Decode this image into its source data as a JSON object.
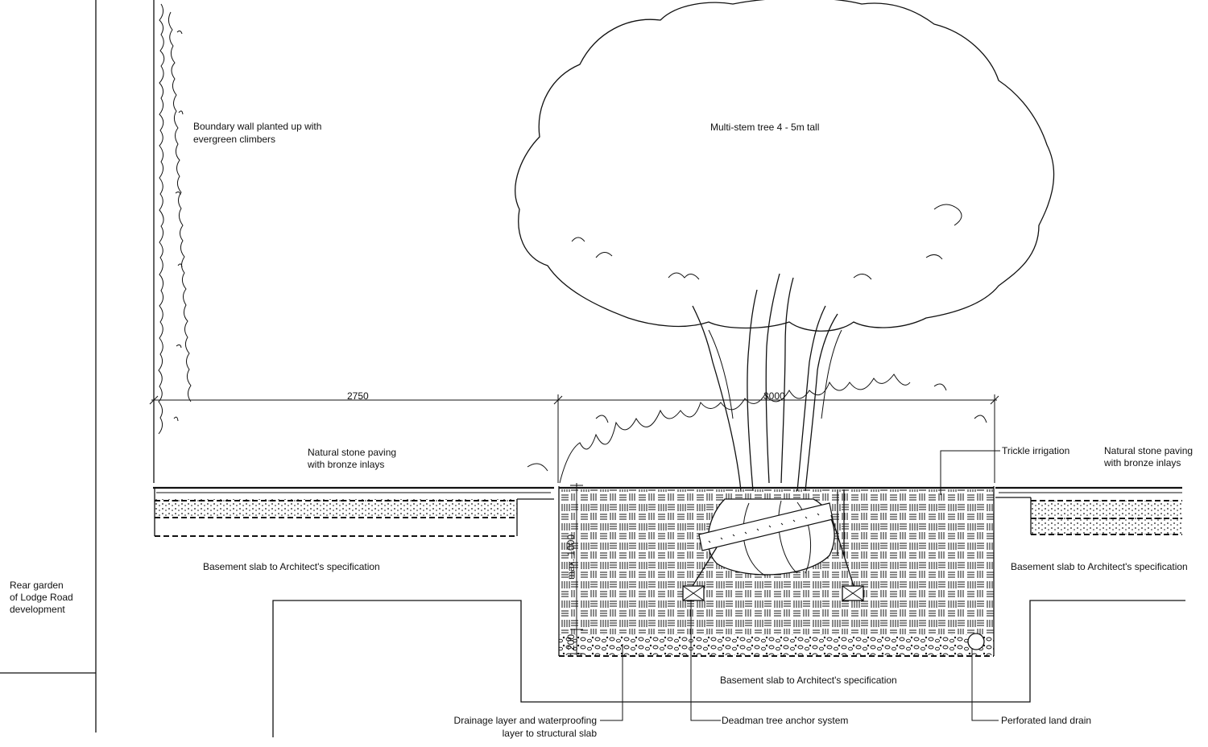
{
  "labels": {
    "boundary_wall": [
      "Boundary wall planted up with",
      "evergreen climbers"
    ],
    "tree": "Multi-stem tree 4 - 5m tall",
    "dim_left": "2750",
    "dim_right": "3000",
    "paving_left": [
      "Natural stone paving",
      "with bronze inlays"
    ],
    "paving_right": [
      "Natural stone paving",
      "with bronze inlays"
    ],
    "trickle": "Trickle irrigation",
    "slab_left": "Basement slab to Architect's specification",
    "slab_right": "Basement slab to Architect's specification",
    "slab_center": "Basement slab to Architect's specification",
    "rear_garden": [
      "Rear garden",
      "of Lodge Road",
      "development"
    ],
    "max_depth": "max. 1000",
    "drain_depth": "200",
    "drainage": [
      "Drainage layer and waterproofing",
      "layer to structural slab"
    ],
    "deadman": "Deadman tree anchor system",
    "land_drain": "Perforated land drain"
  }
}
